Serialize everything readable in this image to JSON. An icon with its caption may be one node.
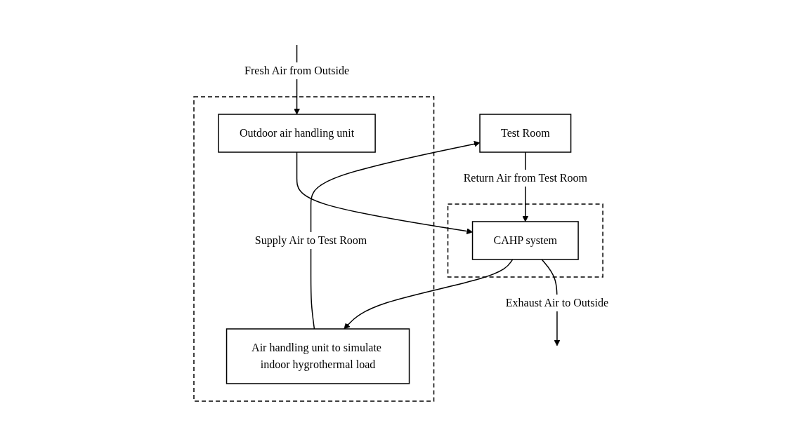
{
  "diagram": {
    "nodes": [
      {
        "text": [
          "Test Room"
        ]
      },
      {
        "text": [],
        "shape": "box"
      },
      {
        "text": [
          "Air handling unit to simulate indoor hygrothermal load"
        ],
        "in": 1
      },
      {
        "text": [
          "Outdoor air handling unit"
        ],
        "in": 1
      },
      {
        "text": [],
        "shape": "box"
      },
      {
        "text": [
          "CAHP system"
        ],
        "in": 4
      }
    ],
    "edges": [
      {
        "from": 0,
        "to": 5,
        "arrow": "to",
        "label": "Return Air from Test Room"
      },
      {
        "from": 5,
        "to": 2,
        "arrow": "to"
      },
      {
        "from": 2,
        "to": 0,
        "arrow": "to",
        "label": "Supply Air to Test Room"
      },
      {
        "from": null,
        "to": 3,
        "arrow": "to",
        "label": "Fresh Air from Outside"
      },
      {
        "from": 3,
        "to": 5,
        "arrow": "to"
      },
      {
        "from": 5,
        "to": null,
        "arrow": "to",
        "label": "Exhaust Air to Outside"
      }
    ]
  }
}
